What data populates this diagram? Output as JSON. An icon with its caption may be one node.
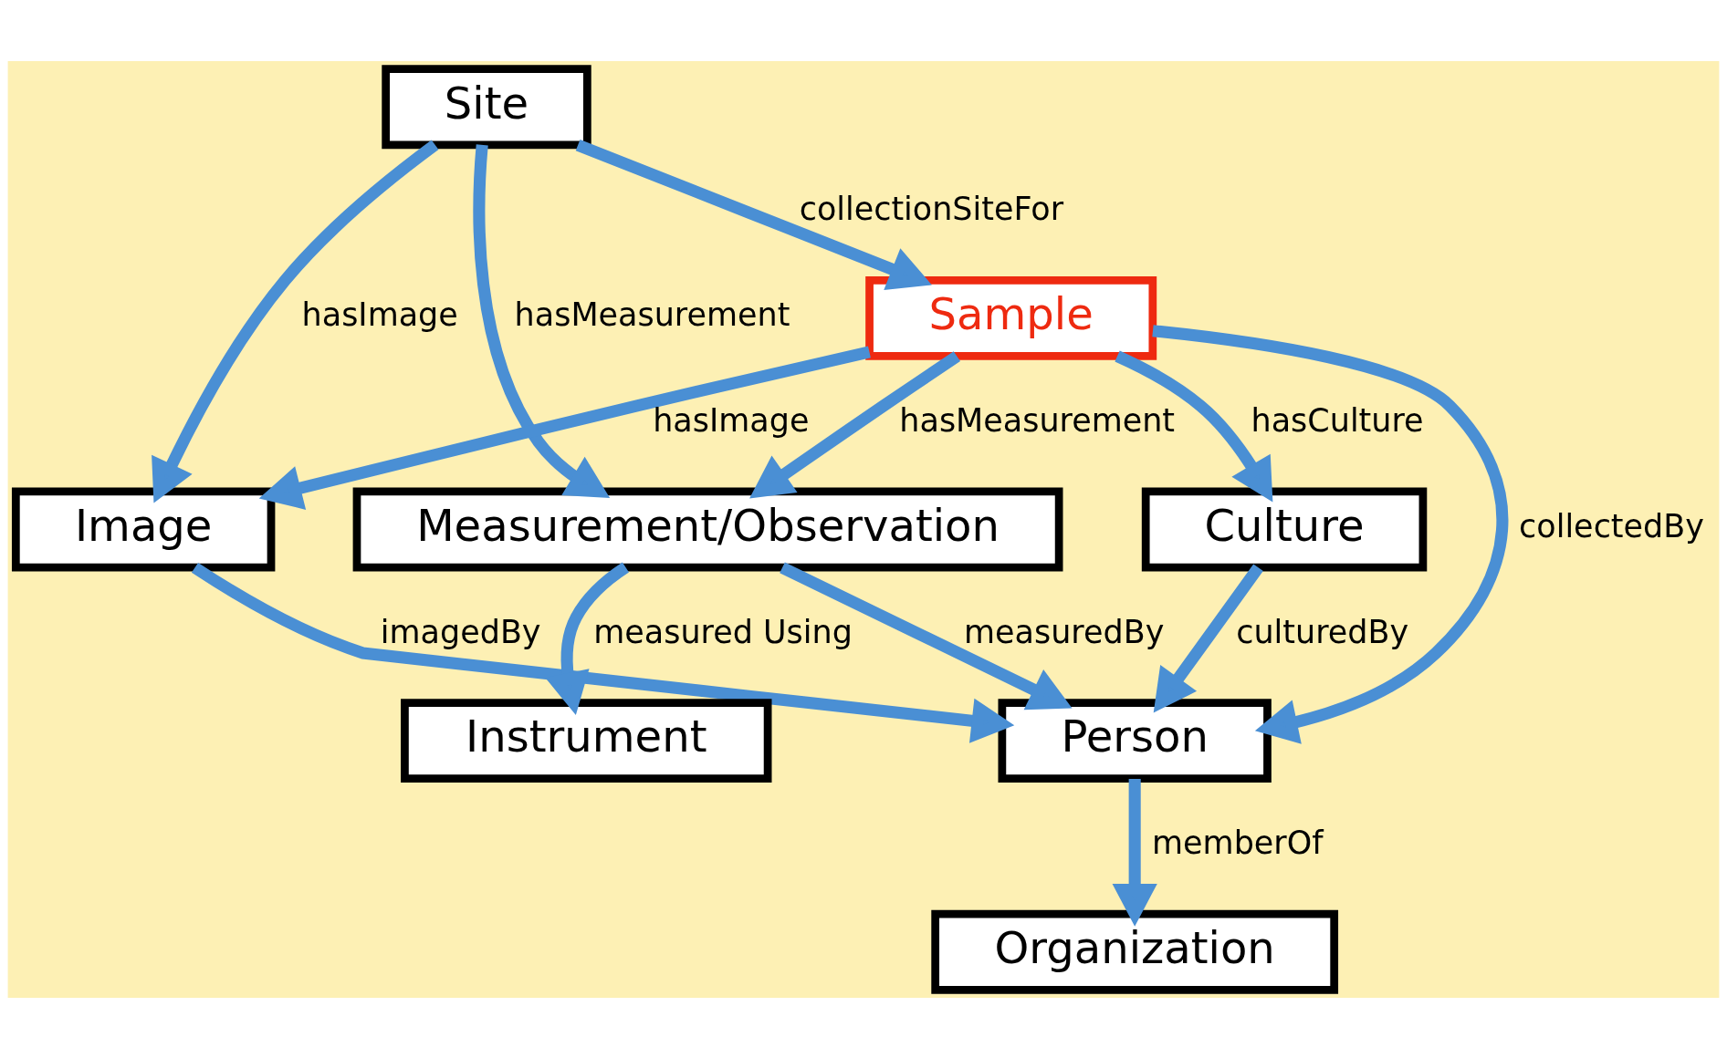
{
  "diagram": {
    "nodes": [
      {
        "text": [
          "Image"
        ]
      },
      {
        "text": [
          "Organization"
        ]
      },
      {
        "text": [
          "Site"
        ]
      },
      {
        "text": [
          "Person"
        ]
      },
      {
        "text": [
          "Sample"
        ]
      },
      {
        "text": [
          "Measurement/Observation"
        ]
      },
      {
        "text": [
          "Culture"
        ]
      },
      {
        "text": [
          "Instrument"
        ]
      }
    ],
    "edges": [
      {
        "from": 0,
        "to": 3,
        "arrow": "to",
        "label": "imagedBy"
      },
      {
        "from": 3,
        "to": 1,
        "arrow": "to",
        "label": "memberOf"
      },
      {
        "from": 2,
        "to": 0,
        "arrow": "to",
        "label": "hasImage"
      },
      {
        "from": 2,
        "to": 4,
        "arrow": "to",
        "label": "collectionSiteFor"
      },
      {
        "from": 4,
        "to": 0,
        "arrow": "to",
        "label": "hasImage"
      },
      {
        "from": 4,
        "to": 3,
        "arrow": "to",
        "label": "collectedBy"
      },
      {
        "from": 2,
        "to": 5,
        "arrow": "to",
        "label": "hasMeasurement"
      },
      {
        "from": 4,
        "to": 5,
        "arrow": "to",
        "label": "hasMeasurement"
      },
      {
        "from": 4,
        "to": 6,
        "arrow": "to",
        "label": "hasCulture"
      },
      {
        "from": 5,
        "to": 3,
        "arrow": "to",
        "label": "measuredBy"
      },
      {
        "from": 5,
        "to": 7,
        "arrow": "to",
        "label": "measured Using"
      },
      {
        "from": 6,
        "to": 3,
        "arrow": "to",
        "label": "culturedBy"
      }
    ]
  }
}
